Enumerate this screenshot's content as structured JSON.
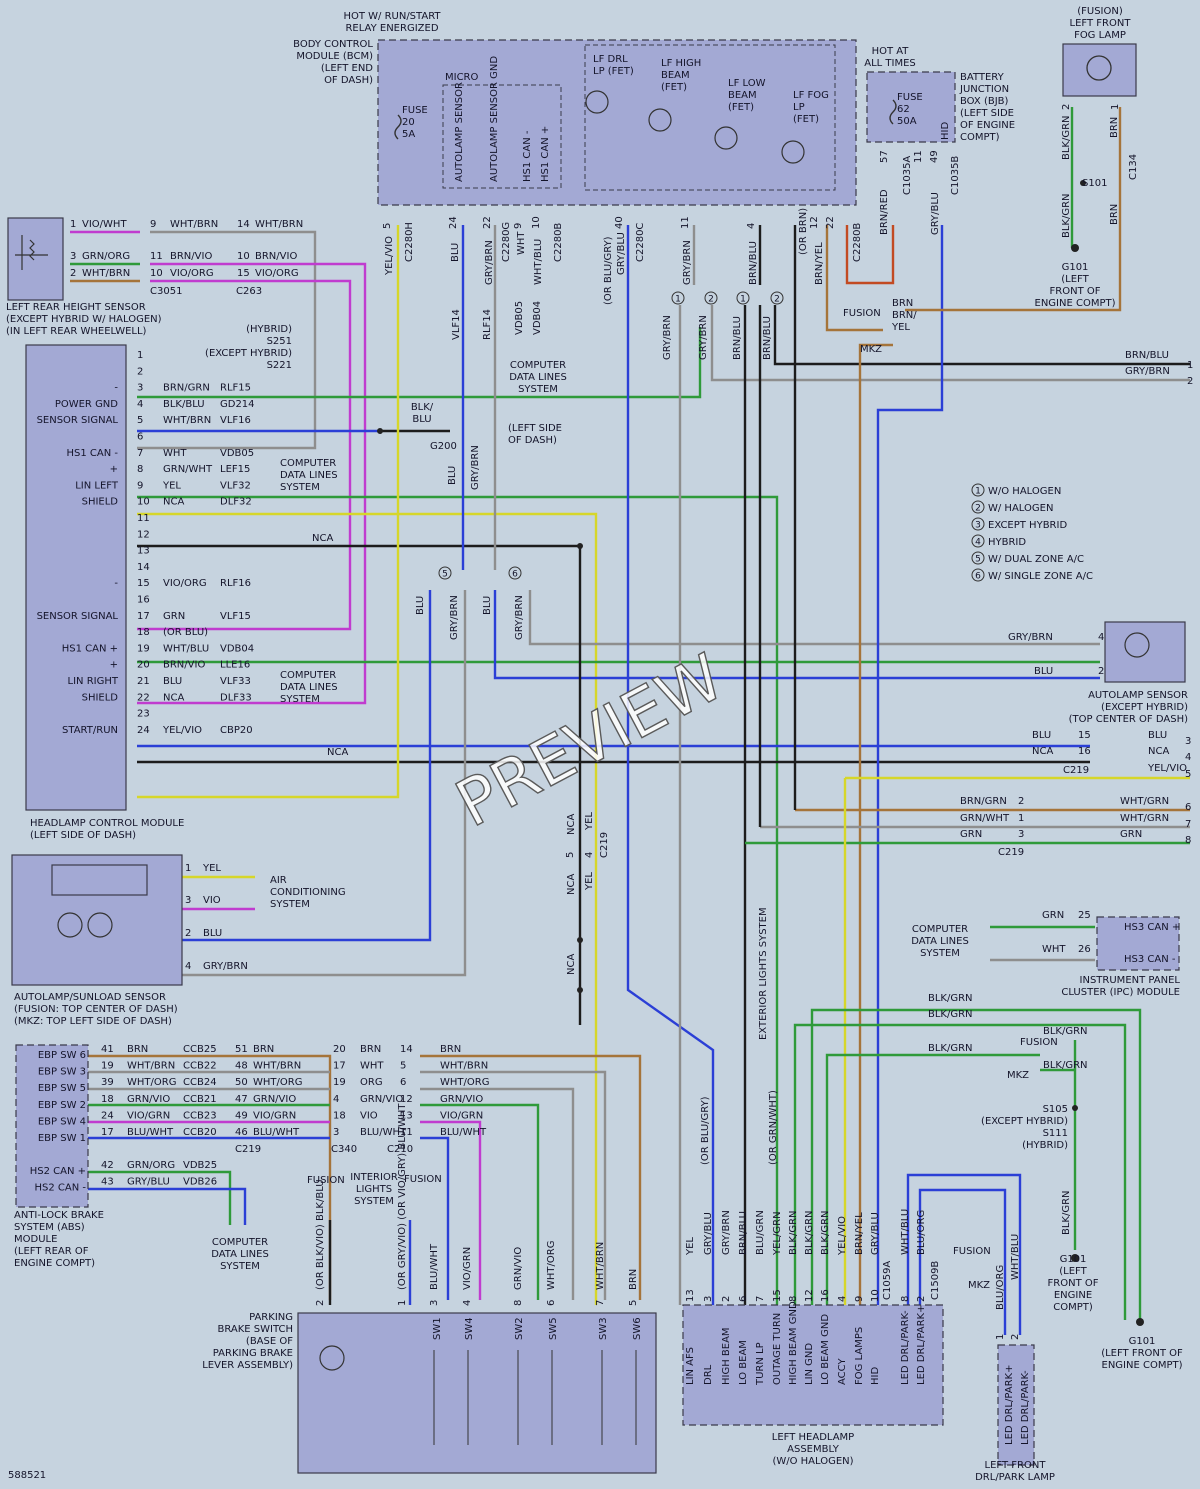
{
  "diagram_id": "588521",
  "watermark": "PREVIEW",
  "colors": {
    "background": "#c6d3df",
    "component": "#a3a9d4",
    "blu": "#2b3fd6",
    "yel": "#d6d62a",
    "grn": "#2f9a3a",
    "vio": "#c03ccf",
    "brn": "#a5743a",
    "gry": "#8e8e8e",
    "blk": "#1c1c1c",
    "red": "#c24a22",
    "wht": "#f4f4f4"
  },
  "components": {
    "bcm": {
      "header": [
        "HOT W/ RUN/START",
        "RELAY ENERGIZED"
      ],
      "name": [
        "BODY CONTROL",
        "MODULE (BCM)",
        "(LEFT END",
        "OF DASH)"
      ],
      "micro": "MICRO",
      "fuse": [
        "FUSE",
        "20",
        "5A"
      ],
      "fets": [
        [
          "LF DRL",
          "LP (FET)"
        ],
        [
          "LF HIGH",
          "BEAM",
          "(FET)"
        ],
        [
          "LF LOW",
          "BEAM",
          "(FET)"
        ],
        [
          "LF FOG",
          "LP",
          "(FET)"
        ]
      ],
      "internal_labels": [
        "AUTOLAMP SENSOR",
        "AUTOLAMP SENSOR GND",
        "HS1 CAN -",
        "HS1 CAN +"
      ],
      "pins": [
        "5",
        "24",
        "22",
        "9",
        "10",
        "40",
        "11",
        "4",
        "12",
        "22"
      ],
      "connectors": [
        "C2280H",
        "C2280G",
        "C2280B",
        "C2280C",
        "C2280B"
      ]
    },
    "bjb": {
      "header": [
        "HOT AT",
        "ALL TIMES"
      ],
      "fuse": [
        "FUSE",
        "62",
        "50A"
      ],
      "name": [
        "BATTERY",
        "JUNCTION",
        "BOX (BJB)",
        "(LEFT SIDE",
        "OF ENGINE",
        "COMPT)"
      ],
      "hid_label": "HID",
      "pins": [
        "57",
        "11",
        "49"
      ],
      "connectors": [
        "C1035A",
        "C1035B"
      ]
    },
    "fog_lamp": {
      "name": [
        "(FUSION)",
        "LEFT FRONT",
        "FOG LAMP"
      ],
      "pins": [
        "2",
        "1"
      ],
      "wires": [
        "BLK/GRN",
        "BRN"
      ],
      "c134": "C134",
      "splice": "S101",
      "ground": [
        "G101",
        "(LEFT",
        "FRONT OF",
        "ENGINE COMPT)"
      ]
    },
    "height_sensor": {
      "name": [
        "LEFT REAR HEIGHT SENSOR",
        "(EXCEPT HYBRID W/ HALOGEN)",
        "(IN LEFT REAR WHEELWELL)"
      ],
      "rows": [
        {
          "pin": "1",
          "wire": "VIO/WHT",
          "c1": "9",
          "w1": "WHT/BRN",
          "c2": "14",
          "w2": "WHT/BRN"
        },
        {
          "pin": "3",
          "wire": "GRN/ORG",
          "c1": "11",
          "w1": "BRN/VIO",
          "c2": "10",
          "w2": "BRN/VIO"
        },
        {
          "pin": "2",
          "wire": "WHT/BRN",
          "c1": "10",
          "w1": "VIO/ORG",
          "c2": "15",
          "w2": "VIO/ORG"
        }
      ],
      "connectors": [
        "C3051",
        "C263"
      ]
    },
    "hcm": {
      "name": [
        "HEADLAMP CONTROL MODULE",
        "(LEFT SIDE OF DASH)"
      ],
      "pin_labels": [
        {
          "pin": "1",
          "label": "",
          "wire": "",
          "circuit": ""
        },
        {
          "pin": "2",
          "label": "",
          "wire": "",
          "circuit": ""
        },
        {
          "pin": "3",
          "label": "-",
          "wire": "BRN/GRN",
          "circuit": "RLF15"
        },
        {
          "pin": "4",
          "label": "POWER GND",
          "wire": "BLK/BLU",
          "circuit": "GD214"
        },
        {
          "pin": "5",
          "label": "SENSOR SIGNAL",
          "wire": "WHT/BRN",
          "circuit": "VLF16"
        },
        {
          "pin": "6",
          "label": "",
          "wire": "",
          "circuit": ""
        },
        {
          "pin": "7",
          "label": "HS1 CAN -",
          "wire": "WHT",
          "circuit": "VDB05"
        },
        {
          "pin": "8",
          "label": "+",
          "wire": "GRN/WHT",
          "circuit": "LEF15"
        },
        {
          "pin": "9",
          "label": "LIN LEFT",
          "wire": "YEL",
          "circuit": "VLF32"
        },
        {
          "pin": "10",
          "label": "SHIELD",
          "wire": "NCA",
          "circuit": "DLF32"
        },
        {
          "pin": "11",
          "label": "",
          "wire": "",
          "circuit": ""
        },
        {
          "pin": "12",
          "label": "",
          "wire": "",
          "circuit": ""
        },
        {
          "pin": "13",
          "label": "",
          "wire": "",
          "circuit": ""
        },
        {
          "pin": "14",
          "label": "",
          "wire": "",
          "circuit": ""
        },
        {
          "pin": "15",
          "label": "-",
          "wire": "VIO/ORG",
          "circuit": "RLF16"
        },
        {
          "pin": "16",
          "label": "",
          "wire": "",
          "circuit": ""
        },
        {
          "pin": "17",
          "label": "SENSOR SIGNAL",
          "wire": "GRN",
          "circuit": "VLF15"
        },
        {
          "pin": "18",
          "label": "",
          "wire": "(OR BLU)",
          "circuit": ""
        },
        {
          "pin": "19",
          "label": "HS1 CAN +",
          "wire": "WHT/BLU",
          "circuit": "VDB04"
        },
        {
          "pin": "20",
          "label": "+",
          "wire": "BRN/VIO",
          "circuit": "LLE16"
        },
        {
          "pin": "21",
          "label": "LIN RIGHT",
          "wire": "BLU",
          "circuit": "VLF33"
        },
        {
          "pin": "22",
          "label": "SHIELD",
          "wire": "NCA",
          "circuit": "DLF33"
        },
        {
          "pin": "23",
          "label": "",
          "wire": "",
          "circuit": ""
        },
        {
          "pin": "24",
          "label": "START/RUN",
          "wire": "YEL/VIO",
          "circuit": "CBP20"
        }
      ],
      "ground_labels": [
        "BLK/",
        "BLU"
      ],
      "ground_id": "G200",
      "ground_loc": [
        "(LEFT SIDE",
        "OF DASH)"
      ],
      "splice_labels": [
        "(HYBRID)",
        "S251",
        "(EXCEPT HYBRID)",
        "S221"
      ],
      "cdls": [
        "COMPUTER",
        "DATA LINES",
        "SYSTEM"
      ]
    },
    "bcm_wires": {
      "labels": [
        "YEL/VIO",
        "BLU",
        "GRY/BRN",
        "WHT",
        "WHT/BLU",
        "(OR BLU/GRY)",
        "GRY/BLU",
        "GRY/BRN",
        "BRN/BLU",
        "(OR BRN)",
        "BRN/YEL",
        "BRN/RED",
        "BRN/RED",
        "GRY/BLU"
      ],
      "circuits": [
        "VLF14",
        "RLF14",
        "VDB05",
        "VDB04"
      ],
      "cdls": [
        "COMPUTER",
        "DATA LINES",
        "SYSTEM"
      ],
      "fusion": "FUSION",
      "mkz": "MKZ",
      "fusion_wires": [
        "BRN",
        "BRN/",
        "YEL"
      ],
      "mid_labels": [
        "BLU",
        "GRY/BRN",
        "BLU",
        "GRY/BRN"
      ],
      "branch_labels": [
        "GRY/BRN",
        "GRY/BRN",
        "BRN/BLU",
        "BRN/BLU"
      ],
      "right_top": [
        {
          "wire": "BRN/BLU",
          "pin": "1"
        },
        {
          "wire": "GRY/BRN",
          "pin": "2"
        }
      ]
    },
    "legend": [
      {
        "num": "1",
        "text": "W/O HALOGEN"
      },
      {
        "num": "2",
        "text": "W/ HALOGEN"
      },
      {
        "num": "3",
        "text": "EXCEPT HYBRID"
      },
      {
        "num": "4",
        "text": "HYBRID"
      },
      {
        "num": "5",
        "text": "W/ DUAL ZONE A/C"
      },
      {
        "num": "6",
        "text": "W/ SINGLE ZONE A/C"
      }
    ],
    "autolamp_sensor": {
      "name": [
        "AUTOLAMP SENSOR",
        "(EXCEPT HYBRID)",
        "(TOP CENTER OF DASH)"
      ],
      "rows": [
        {
          "wire": "GRY/BRN",
          "pin": "4"
        },
        {
          "wire": "BLU",
          "pin": "2"
        }
      ]
    },
    "c219_right": {
      "rows": [
        {
          "wire_l": "BLU",
          "pin_l": "15",
          "wire_r": "BLU",
          "pin_r": "3"
        },
        {
          "wire_l": "NCA",
          "pin_l": "16",
          "wire_r": "NCA",
          "pin_r": "4"
        },
        {
          "wire_l": "",
          "pin_l": "",
          "wire_r": "YEL/VIO",
          "pin_r": "5"
        }
      ],
      "connector": "C219",
      "rows2": [
        {
          "wire_l": "BRN/GRN",
          "pin_l": "2",
          "wire_r": "WHT/GRN",
          "pin_r": "6"
        },
        {
          "wire_l": "GRN/WHT",
          "pin_l": "1",
          "wire_r": "WHT/GRN",
          "pin_r": "7"
        },
        {
          "wire_l": "GRN",
          "pin_l": "3",
          "wire_r": "GRN",
          "pin_r": "8"
        }
      ],
      "connector2": "C219"
    },
    "center_vertical": {
      "labels": [
        "NCA",
        "YEL",
        "NCA",
        "YEL",
        "NCA"
      ],
      "pins": [
        "5",
        "4"
      ],
      "connector": "C219"
    },
    "sunload_sensor": {
      "name": [
        "AUTOLAMP/SUNLOAD SENSOR",
        "(FUSION: TOP CENTER OF DASH)",
        "(MKZ: TOP LEFT SIDE OF DASH)"
      ],
      "rows": [
        {
          "pin": "1",
          "wire": "YEL"
        },
        {
          "pin": "3",
          "wire": "VIO"
        },
        {
          "pin": "2",
          "wire": "BLU"
        },
        {
          "pin": "4",
          "wire": "GRY/BRN"
        }
      ],
      "ac_system": [
        "AIR",
        "CONDITIONING",
        "SYSTEM"
      ]
    },
    "ipc": {
      "name": [
        "INSTRUMENT PANEL",
        "CLUSTER (IPC) MODULE"
      ],
      "pins": [
        {
          "label": "HS3 CAN +",
          "wire": "GRN",
          "pin": "25"
        },
        {
          "label": "HS3 CAN -",
          "wire": "WHT",
          "pin": "26"
        }
      ],
      "cdls": [
        "COMPUTER",
        "DATA LINES",
        "SYSTEM"
      ]
    },
    "ground_right": {
      "wires": [
        "BLK/GRN",
        "BLK/GRN",
        "BLK/GRN",
        "BLK/GRN",
        "BLK/GRN",
        "BLK/GRN"
      ],
      "fusion": "FUSION",
      "mkz": "MKZ",
      "splice": [
        "S105",
        "(EXCEPT HYBRID)",
        "S111",
        "(HYBRID)"
      ],
      "g101_a": [
        "G101",
        "(LEFT",
        "FRONT OF",
        "ENGINE",
        "COMPT)"
      ],
      "g101_b": [
        "G101",
        "(LEFT FRONT OF",
        "ENGINE COMPT)"
      ]
    },
    "abs": {
      "name": [
        "ANTI-LOCK BRAKE",
        "SYSTEM (ABS)",
        "MODULE",
        "(LEFT REAR OF",
        "ENGINE COMPT)"
      ],
      "rows": [
        {
          "label": "EBP SW 6",
          "pin": "41",
          "wire": "BRN",
          "circuit": "CCB25",
          "p2": "51",
          "w2": "BRN",
          "p3": "20",
          "w3": "BRN",
          "p4": "14",
          "w4": "BRN"
        },
        {
          "label": "EBP SW 3",
          "pin": "19",
          "wire": "WHT/BRN",
          "circuit": "CCB22",
          "p2": "48",
          "w2": "WHT/BRN",
          "p3": "17",
          "w3": "WHT",
          "p4": "5",
          "w4": "WHT/BRN"
        },
        {
          "label": "EBP SW 5",
          "pin": "39",
          "wire": "WHT/ORG",
          "circuit": "CCB24",
          "p2": "50",
          "w2": "WHT/ORG",
          "p3": "19",
          "w3": "ORG",
          "p4": "6",
          "w4": "WHT/ORG"
        },
        {
          "label": "EBP SW 2",
          "pin": "18",
          "wire": "GRN/VIO",
          "circuit": "CCB21",
          "p2": "47",
          "w2": "GRN/VIO",
          "p3": "4",
          "w3": "GRN/VIO",
          "p4": "12",
          "w4": "GRN/VIO"
        },
        {
          "label": "EBP SW 4",
          "pin": "24",
          "wire": "VIO/GRN",
          "circuit": "CCB23",
          "p2": "49",
          "w2": "VIO/GRN",
          "p3": "18",
          "w3": "VIO",
          "p4": "13",
          "w4": "VIO/GRN"
        },
        {
          "label": "EBP SW 1",
          "pin": "17",
          "wire": "BLU/WHT",
          "circuit": "CCB20",
          "p2": "46",
          "w2": "BLU/WHT",
          "p3": "3",
          "w3": "BLU/WHT",
          "p4": "11",
          "w4": "BLU/WHT"
        }
      ],
      "can": [
        {
          "label": "HS2 CAN +",
          "pin": "42",
          "wire": "GRN/ORG",
          "circuit": "VDB25"
        },
        {
          "label": "HS2 CAN -",
          "pin": "43",
          "wire": "GRY/BLU",
          "circuit": "VDB26"
        }
      ],
      "connectors": [
        "C219",
        "C340",
        "C210"
      ],
      "fusion_a": "FUSION",
      "fusion_b": "FUSION",
      "interior": [
        "INTERIOR",
        "LIGHTS",
        "SYSTEM"
      ],
      "cdls": [
        "COMPUTER",
        "DATA LINES",
        "SYSTEM"
      ]
    },
    "parking_switch": {
      "name": [
        "PARKING",
        "BRAKE SWITCH",
        "(BASE OF",
        "PARKING BRAKE",
        "LEVER ASSEMBLY)"
      ],
      "pins": [
        {
          "pin": "2",
          "wire": "(OR BLK/VIO) BLK/BLU"
        },
        {
          "pin": "1",
          "wire": "(OR GRY/VIO) (OR VIO/GRY) BLU/WHT"
        },
        {
          "pin": "3",
          "wire": "BLU/WHT"
        },
        {
          "pin": "4",
          "wire": "VIO/GRN"
        },
        {
          "pin": "8",
          "wire": "GRN/VIO"
        },
        {
          "pin": "6",
          "wire": "WHT/ORG"
        },
        {
          "pin": "7",
          "wire": "WHT/BRN"
        },
        {
          "pin": "5",
          "wire": "BRN"
        }
      ],
      "switches": [
        "SW1",
        "SW4",
        "SW2",
        "SW5",
        "SW3",
        "SW6"
      ]
    },
    "headlamp": {
      "name": [
        "LEFT HEADLAMP",
        "ASSEMBLY",
        "(W/O HALOGEN)"
      ],
      "pins": [
        {
          "pin": "13",
          "label": "LIN AFS",
          "wire": "YEL"
        },
        {
          "pin": "2",
          "label": "DRL",
          "wire": "GRY/BLU"
        },
        {
          "pin": "3",
          "label": "HIGH BEAM",
          "wire": "GRY/BRN"
        },
        {
          "pin": "6",
          "label": "LO BEAM",
          "wire": "BRN/BLU"
        },
        {
          "pin": "7",
          "label": "TURN LP",
          "wire": "BLU/GRN"
        },
        {
          "pin": "11",
          "label": "OUTAGE TURN",
          "wire": "YEL/GRN"
        },
        {
          "pin": "8",
          "label": "HIGH BEAM GND",
          "wire": "BLK/GRN"
        },
        {
          "pin": "12",
          "label": "LIN GND",
          "wire": "BLK/GRN"
        },
        {
          "pin": "16",
          "label": "LO BEAM GND",
          "wire": "BLK/GRN"
        },
        {
          "pin": "4",
          "label": "ACCY",
          "wire": "YEL/VIO"
        },
        {
          "pin": "9",
          "label": "FOG LAMPS",
          "wire": "BRN/YEL"
        },
        {
          "pin": "10",
          "label": "HID",
          "wire": "GRY/BLU"
        },
        {
          "pin": "7",
          "label": "LED DRL/PARK-",
          "wire": "WHT/BLU"
        },
        {
          "pin": "2",
          "label": "LED DRL/PARK+",
          "wire": "BLU/ORG"
        }
      ],
      "top_pins": [
        "13",
        "3",
        "2",
        "6",
        "7",
        "15",
        "8",
        "12",
        "16",
        "4",
        "9",
        "10",
        "8",
        "2"
      ],
      "extra_labels": [
        "(OR BLU/GRY)",
        "(OR GRN/WHT)",
        "EXTERIOR LIGHTS SYSTEM"
      ],
      "connectors": [
        "C1059A",
        "C1509B"
      ],
      "fusion": "FUSION",
      "mkz": "MKZ"
    },
    "drl_lamp": {
      "name": [
        "LEFT FRONT",
        "DRL/PARK LAMP"
      ],
      "pins": [
        {
          "pin": "1",
          "label": "LED DRL/PARK+",
          "wire": "BLU/ORG"
        },
        {
          "pin": "2",
          "label": "LED DRL/PARK-",
          "wire": "WHT/BLU"
        }
      ]
    }
  }
}
